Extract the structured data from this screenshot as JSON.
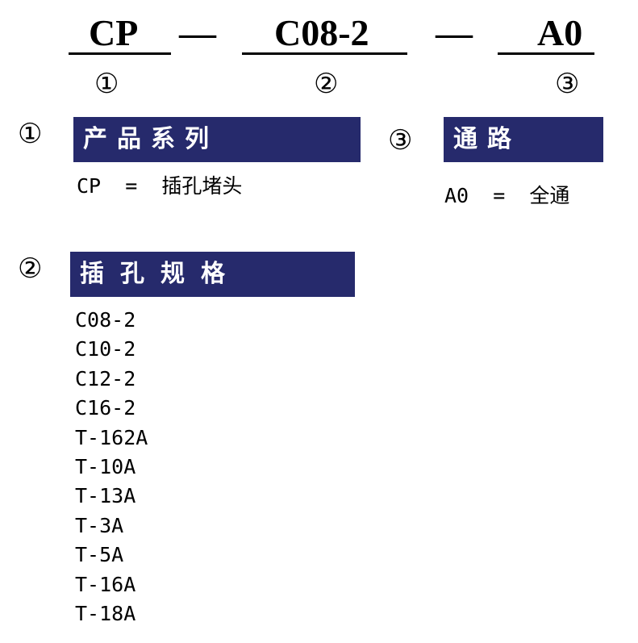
{
  "model_code": {
    "segments": [
      {
        "text": "CP",
        "marker": "①"
      },
      {
        "text": "C08-2",
        "marker": "②"
      },
      {
        "text": "A0",
        "marker": "③"
      }
    ],
    "separator": "—"
  },
  "sections": {
    "series": {
      "marker": "①",
      "title": "产品系列",
      "items": [
        "CP  =  插孔堵头"
      ]
    },
    "channel": {
      "marker": "③",
      "title": "通路",
      "items": [
        "A0  =  全通"
      ]
    },
    "spec": {
      "marker": "②",
      "title": "插孔规格",
      "items": [
        "C08-2",
        "C10-2",
        "C12-2",
        "C16-2",
        "T-162A",
        "T-10A",
        "T-13A",
        "T-3A",
        "T-5A",
        "T-16A",
        "T-18A"
      ]
    }
  },
  "colors": {
    "header_bar": "#262a6c",
    "header_text": "#ffffff"
  }
}
